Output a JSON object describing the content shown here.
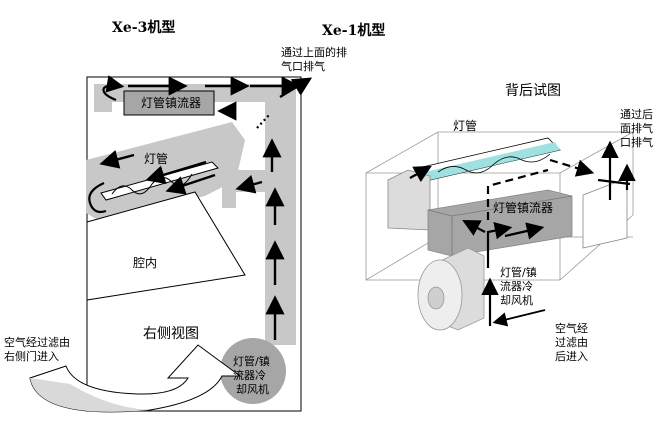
{
  "left": {
    "title": "Xe-3机型",
    "lamp_ballast": "灯管镇流器",
    "lamp": "灯管",
    "chamber": "腔内",
    "side_view": "右侧视图",
    "fan": [
      "灯管/镇",
      "流器冷",
      "却风机"
    ],
    "inlet": [
      "空气经过滤由",
      "右侧门进入"
    ]
  },
  "right": {
    "title": "Xe-1机型",
    "exhaust_top": [
      "通过上面的排",
      "气口排气"
    ],
    "rear_view": "背后试图",
    "lamp": "灯管",
    "exhaust_rear": [
      "通过后",
      "面排气",
      "口排气"
    ],
    "ballast": "灯管镇流器",
    "fan": [
      "灯管/镇",
      "流器冷",
      "却风机"
    ],
    "inlet": [
      "空气经",
      "过滤由",
      "后进入"
    ]
  },
  "colors": {
    "duct_gray": "#bfbfbf",
    "ballast_fill": "#a6a6a6",
    "outline": "#000000",
    "lamp_cyan": "#9fe0e0"
  }
}
